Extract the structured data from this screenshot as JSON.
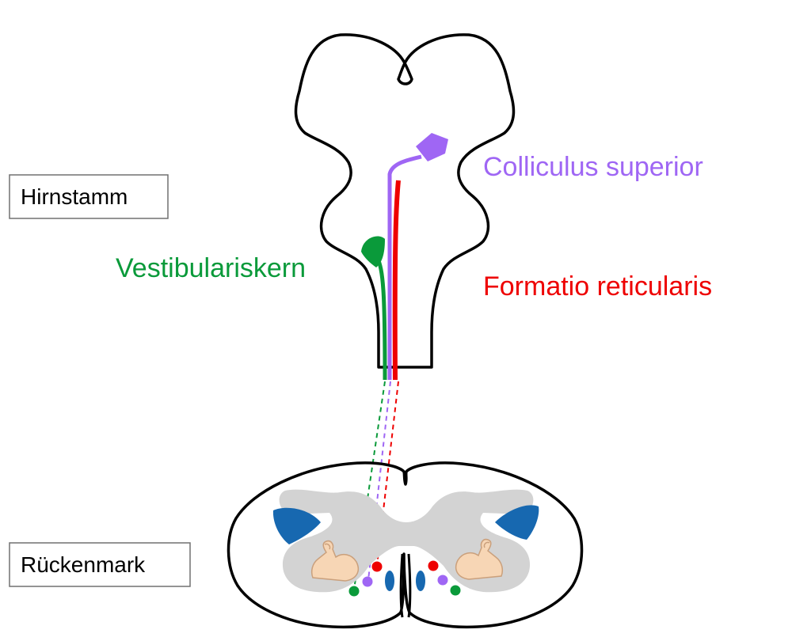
{
  "labels": {
    "brainstem": "Hirnstamm",
    "spinal_cord": "Rückenmark",
    "colliculus": "Colliculus superior",
    "formatio": "Formatio reticularis",
    "vestibular": "Vestibulariskern"
  },
  "colors": {
    "colliculus": "#9f66f4",
    "formatio": "#ee0000",
    "vestibular": "#0a9a3a",
    "motor_neuron": "#1768b0",
    "gray_matter": "#d3d3d3",
    "outline": "#000000"
  },
  "icons": {
    "left_muscle": "flexed-bicep-icon",
    "right_muscle": "flexed-bicep-icon"
  }
}
